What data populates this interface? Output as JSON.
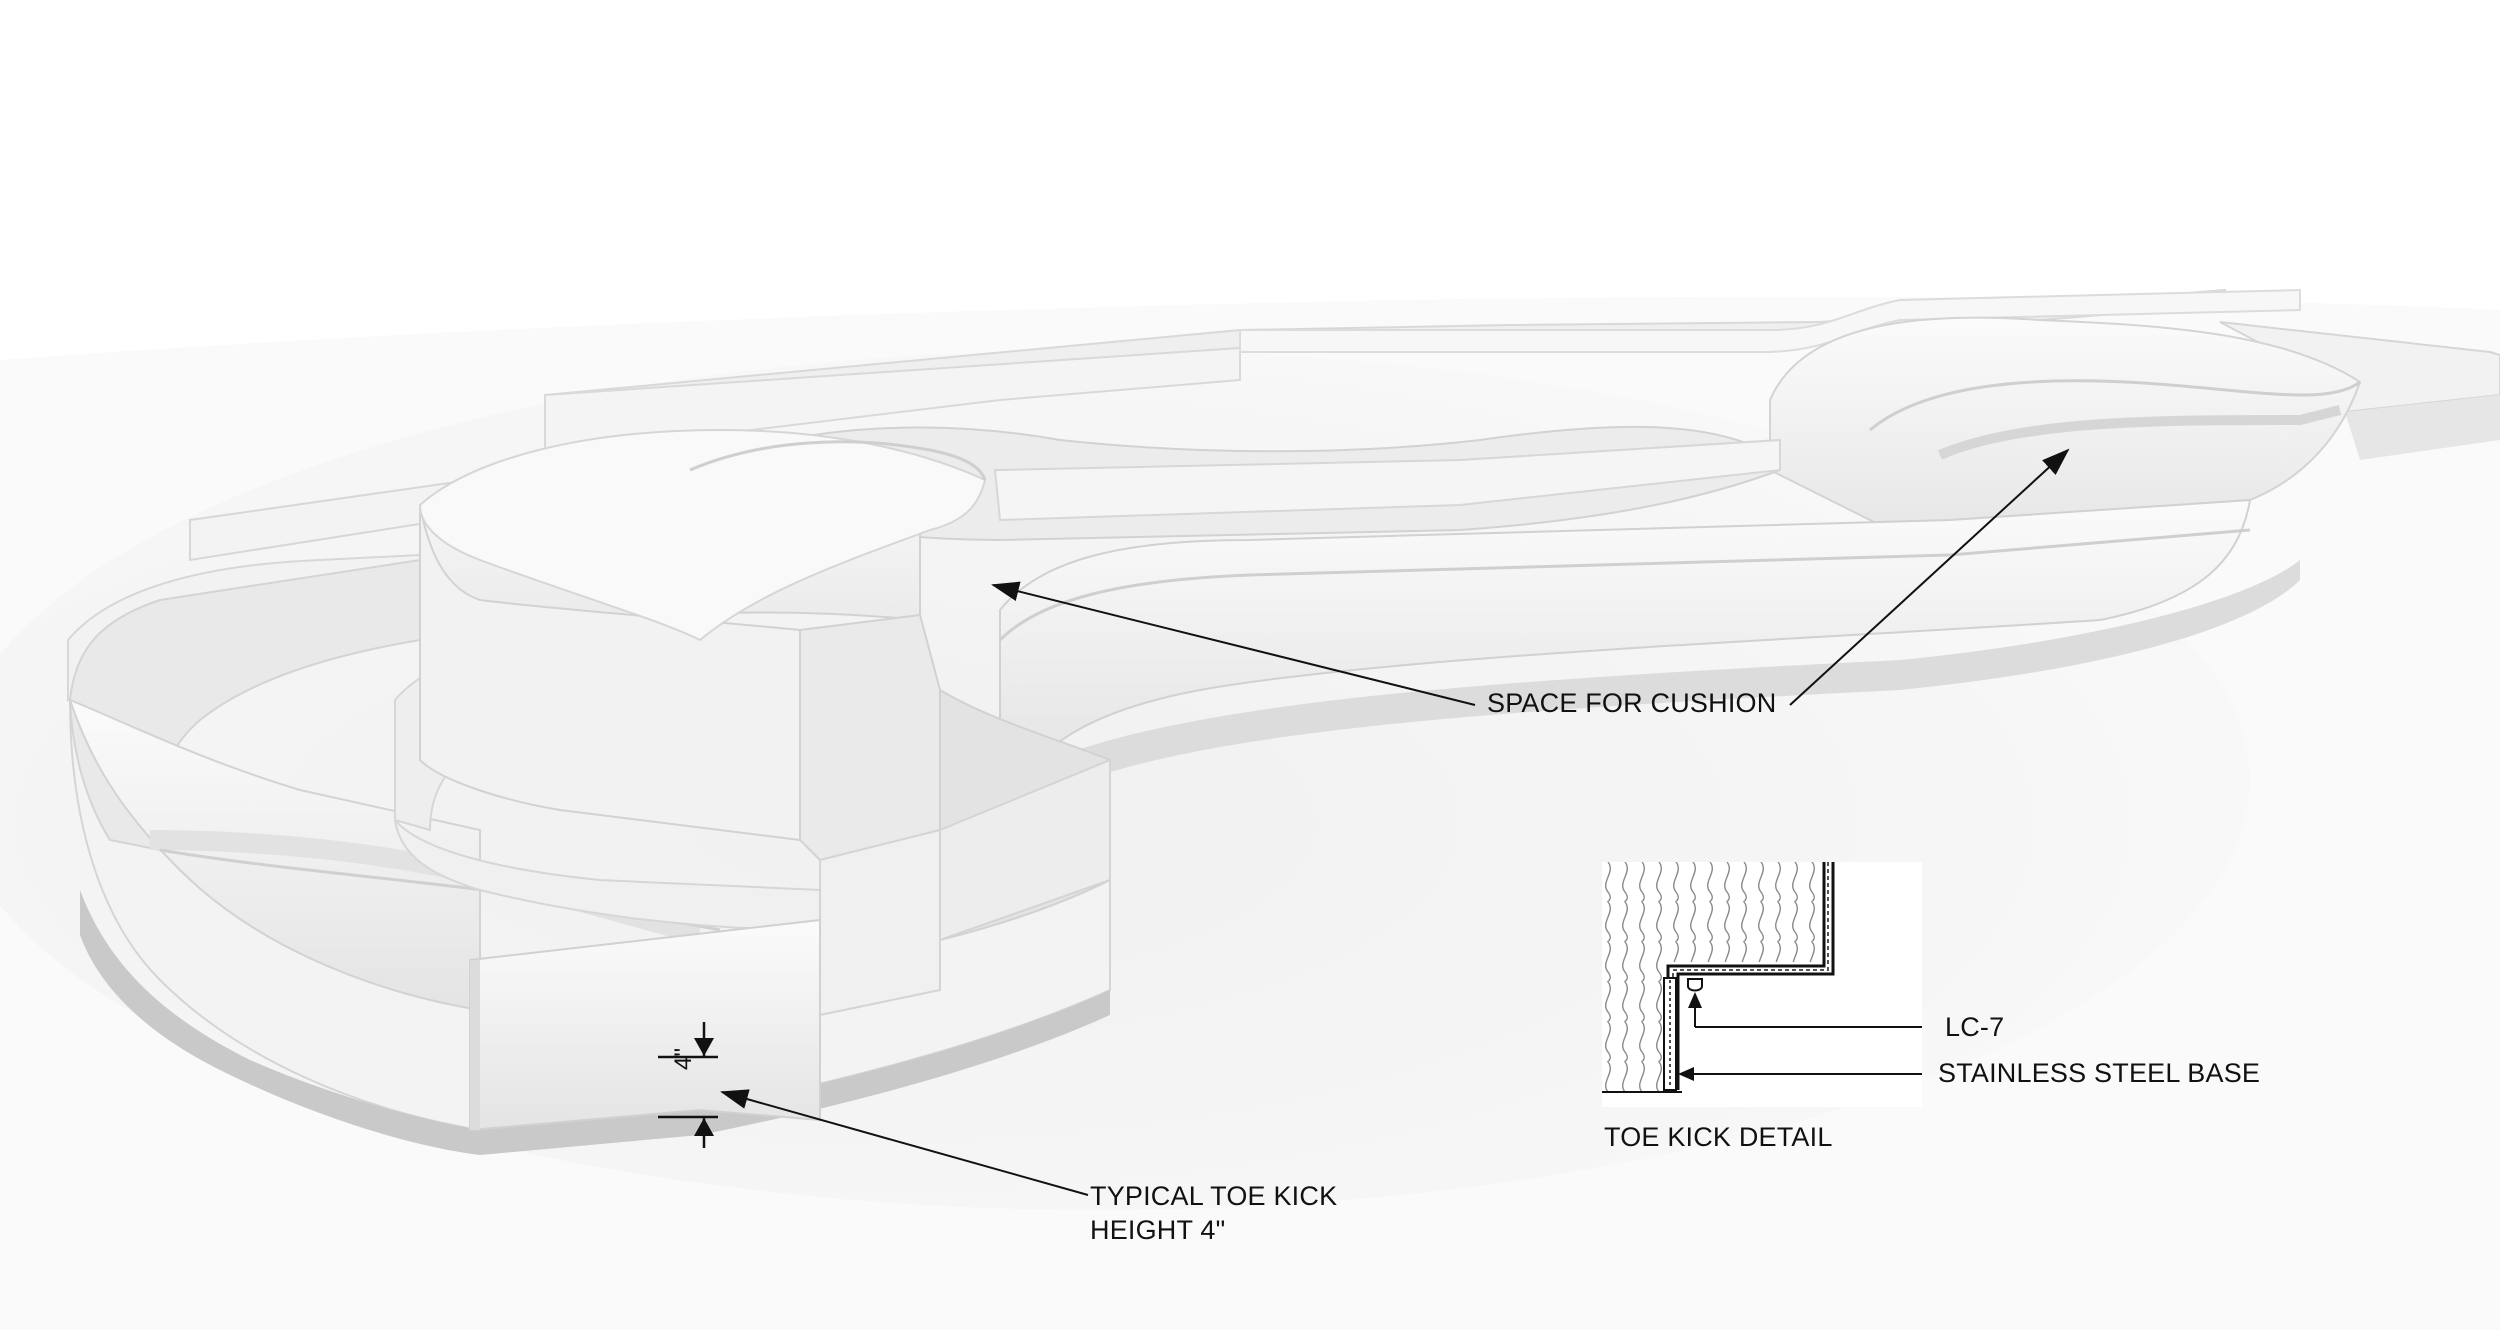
{
  "labels": {
    "cushion": "SPACE FOR CUSHION",
    "toe_kick_line1": "TYPICAL TOE KICK",
    "toe_kick_line2": "HEIGHT 4\"",
    "dimension": "4\"",
    "lc7": "LC-7",
    "stainless_base": "STAINLESS STEEL BASE",
    "detail_title": "TOE KICK DETAIL"
  },
  "colors": {
    "ink": "#111111",
    "model_face": "#f1f1f1",
    "model_shadow": "#d2d2d2",
    "toe_kick": "#c9c9c9"
  }
}
